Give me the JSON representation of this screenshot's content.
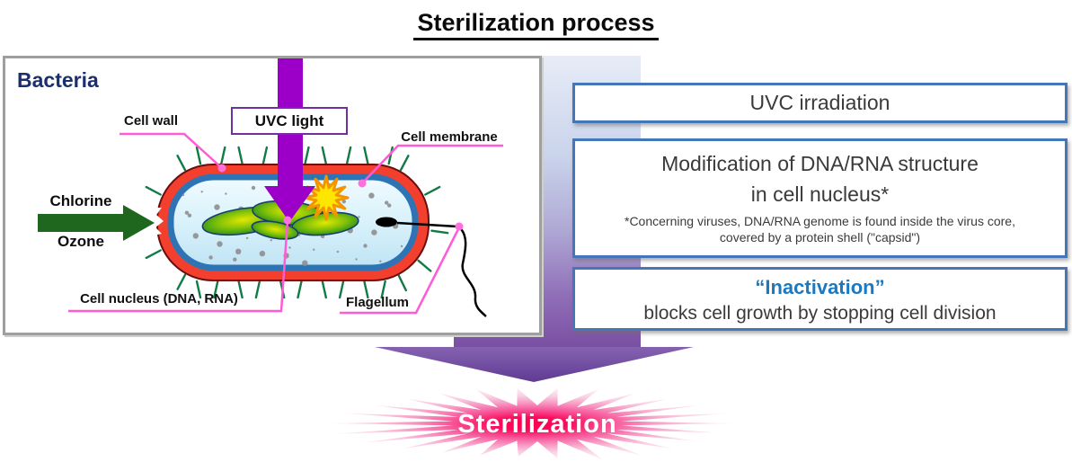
{
  "title": "Sterilization process",
  "panel": {
    "heading": "Bacteria",
    "labels": {
      "cell_wall": "Cell wall",
      "uvc_light": "UVC light",
      "cell_membrane": "Cell membrane",
      "chlorine": "Chlorine",
      "ozone": "Ozone",
      "cell_nucleus": "Cell nucleus (DNA, RNA)",
      "flagellum": "Flagellum"
    }
  },
  "boxes": {
    "uvc": "UVC irradiation",
    "modification_line1": "Modification of DNA/RNA structure",
    "modification_line2": "in cell nucleus*",
    "footnote_line1": "*Concerning viruses, DNA/RNA genome is found inside the virus core,",
    "footnote_line2": "covered by a protein shell (\"capsid\")",
    "inactivation_headline": "“Inactivation”",
    "inactivation_subline": "blocks cell growth by stopping cell division"
  },
  "result": "Sterilization",
  "colors": {
    "process_box_border": "#4377b9",
    "inactivation_blue": "#1b79c0",
    "uvc_arrow_purple": "#9c00c8",
    "chemical_arrow_green": "#1f661f",
    "burst_pink": "#ff0050",
    "label_pink": "#ff5bd6",
    "cell_wall_red": "#f23f2e",
    "cell_membrane_blue": "#2e74b5",
    "heading_navy": "#1b2f6e"
  }
}
